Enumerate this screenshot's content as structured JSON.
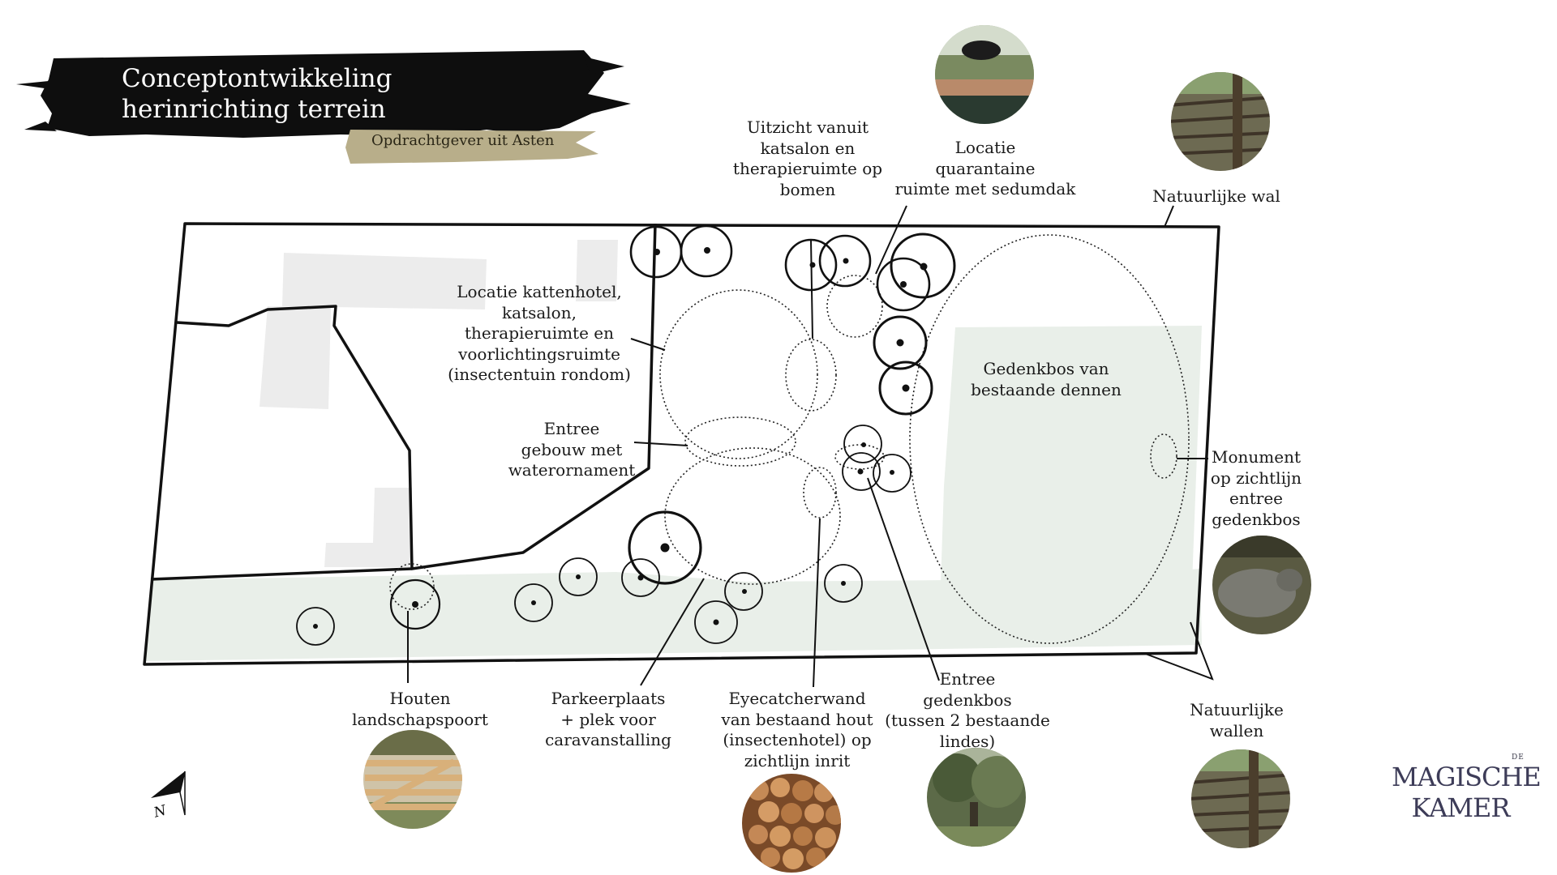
{
  "header": {
    "title": "Conceptontwikkeling\nherinrichting terrein",
    "subtitle": "Opdrachtgever uit Asten"
  },
  "labels": {
    "uitzicht": "Uitzicht vanuit\nkatsalon en\ntherapieruimte op\nbomen",
    "quarantaine": "Locatie\nquarantaine\nruimte met sedumdak",
    "natuurlijke_wal": "Natuurlijke wal",
    "kattenhotel": "Locatie kattenhotel,\nkatsalon,\ntherapieruimte en\nvoorlichtingsruimte\n(insectentuin rondom)",
    "entree_gebouw": "Entree\ngebouw met\nwaterornament",
    "gedenkbos": "Gedenkbos van\nbestaande dennen",
    "monument": "Monument\nop zichtlijn\nentree\ngedenkbos",
    "landschapspoort": "Houten\nlandschapspoort",
    "parkeerplaats": "Parkeerplaats\n+ plek voor\ncaravanstalling",
    "eyecatcher": "Eyecatcherwand\nvan bestaand hout\n(insectenhotel) op\nzichtlijn inrit",
    "entree_gedenkbos": "Entree\ngedenkbos\n(tussen 2 bestaande\nlindes)",
    "natuurlijke_wallen": "Natuurlijke\nwallen"
  },
  "photos": [
    {
      "name": "sedum-roof-photo",
      "subject": "sedumdak"
    },
    {
      "name": "wattle-fence-photo-top",
      "subject": "natuurlijke wal"
    },
    {
      "name": "boar-statue-photo",
      "subject": "monument"
    },
    {
      "name": "wooden-gate-photo",
      "subject": "landschapspoort"
    },
    {
      "name": "log-pile-photo",
      "subject": "bestaand hout"
    },
    {
      "name": "linden-trees-photo",
      "subject": "lindes"
    },
    {
      "name": "wattle-fence-photo-bottom",
      "subject": "natuurlijke wallen"
    }
  ],
  "compass": {
    "letter": "N"
  },
  "logo": {
    "small": "DE",
    "line1": "MAGISCHE",
    "line2": "KAMER"
  },
  "colors": {
    "line": "#111111",
    "green_zone": "#e9efe9",
    "building_grey": "#ececec",
    "brush_black": "#0e0e0e",
    "brush_gold": "#b8ae8a",
    "logo": "#3d3c58"
  }
}
